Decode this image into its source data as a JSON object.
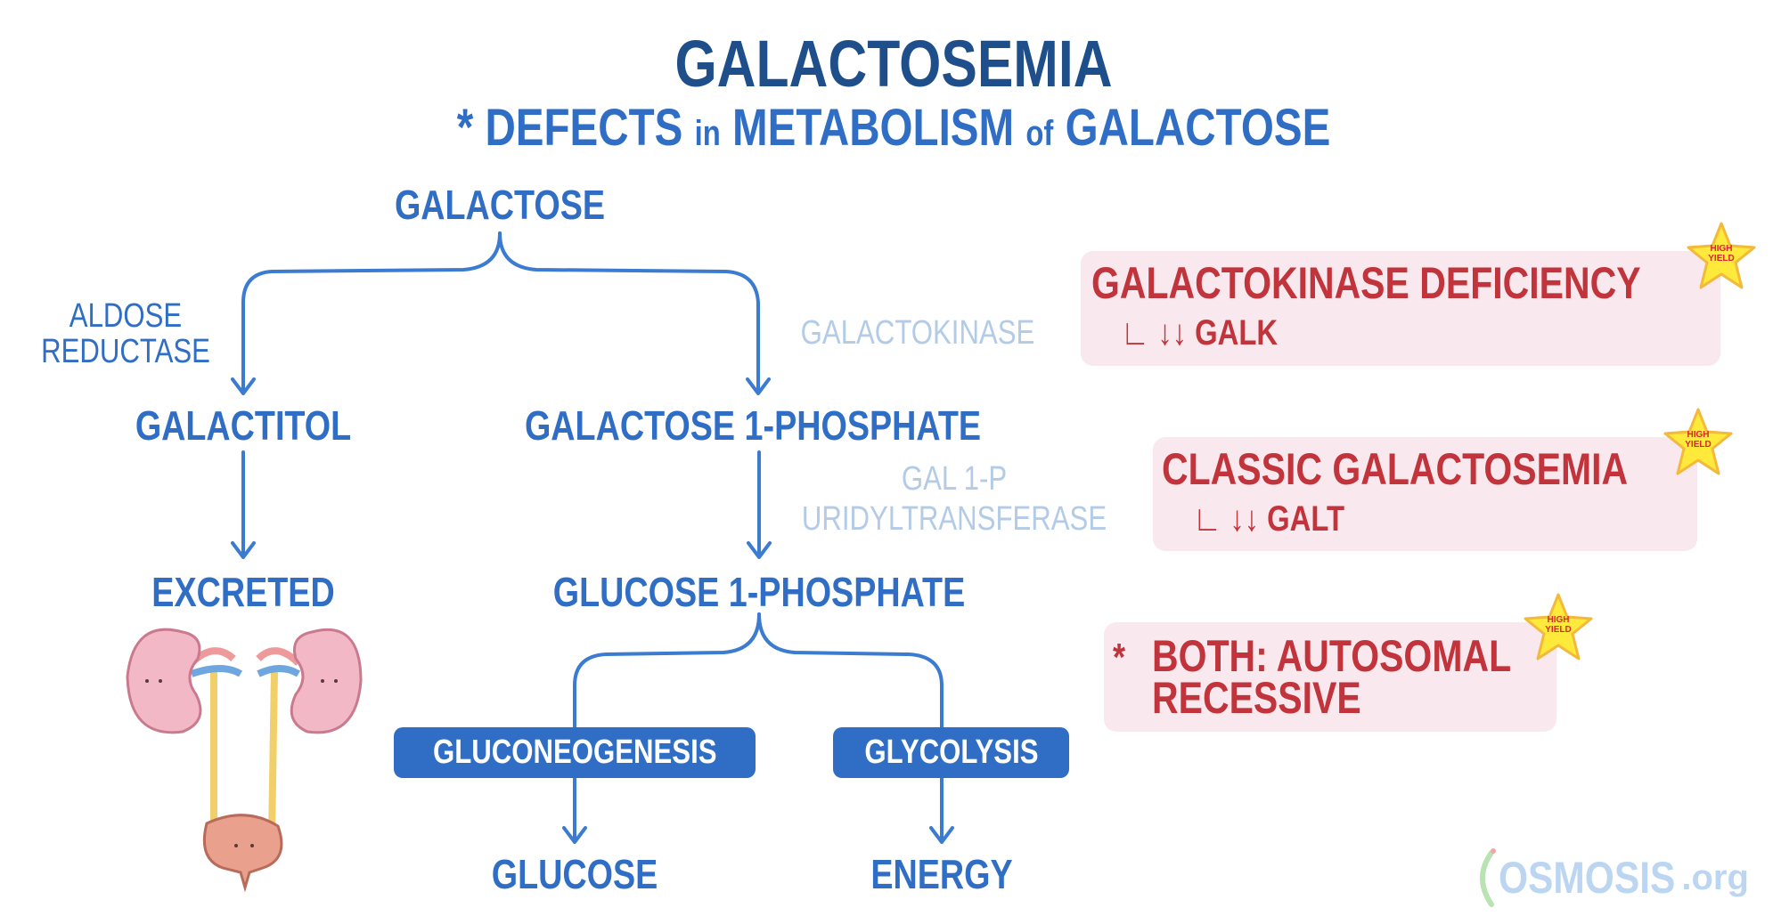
{
  "header": {
    "title": "GALACTOSEMIA",
    "subtitle_marker": "*",
    "subtitle_parts": [
      "DEFECTS",
      "in",
      "METABOLISM",
      "of",
      "GALACTOSE"
    ]
  },
  "pathway": {
    "galactose": "GALACTOSE",
    "aldose_reductase": [
      "ALDOSE",
      "REDUCTASE"
    ],
    "galactokinase": "GALACTOKINASE",
    "galactitol": "GALACTITOL",
    "galactose_1_phosphate": "GALACTOSE 1-PHOSPHATE",
    "gal_1p_uridyltransferase": [
      "GAL 1-P",
      "URIDYLTRANSFERASE"
    ],
    "excreted": "EXCRETED",
    "glucose_1_phosphate": "GLUCOSE 1-PHOSPHATE",
    "gluconeogenesis": "GLUCONEOGENESIS",
    "glycolysis": "GLYCOLYSIS",
    "glucose": "GLUCOSE",
    "energy": "ENERGY"
  },
  "callouts": [
    {
      "title": "GALACTOKINASE DEFICIENCY",
      "detail": "GALK",
      "badge": [
        "HIGH",
        "YIELD"
      ]
    },
    {
      "title": "CLASSIC GALACTOSEMIA",
      "detail": "GALT",
      "badge": [
        "HIGH",
        "YIELD"
      ]
    },
    {
      "marker": "*",
      "lines": [
        "BOTH: AUTOSOMAL",
        "RECESSIVE"
      ],
      "badge": [
        "HIGH",
        "YIELD"
      ]
    }
  ],
  "detail_arrow": "↓↓",
  "logo": {
    "main": "OSMOSIS",
    "suffix": ".org"
  },
  "colors": {
    "title": "#1f4f8a",
    "blue": "#2f6ec4",
    "light_blue": "#b3cbe6",
    "red": "#c1343b",
    "callout_bg": "#f9e8ee",
    "star": "#ffe93a"
  }
}
